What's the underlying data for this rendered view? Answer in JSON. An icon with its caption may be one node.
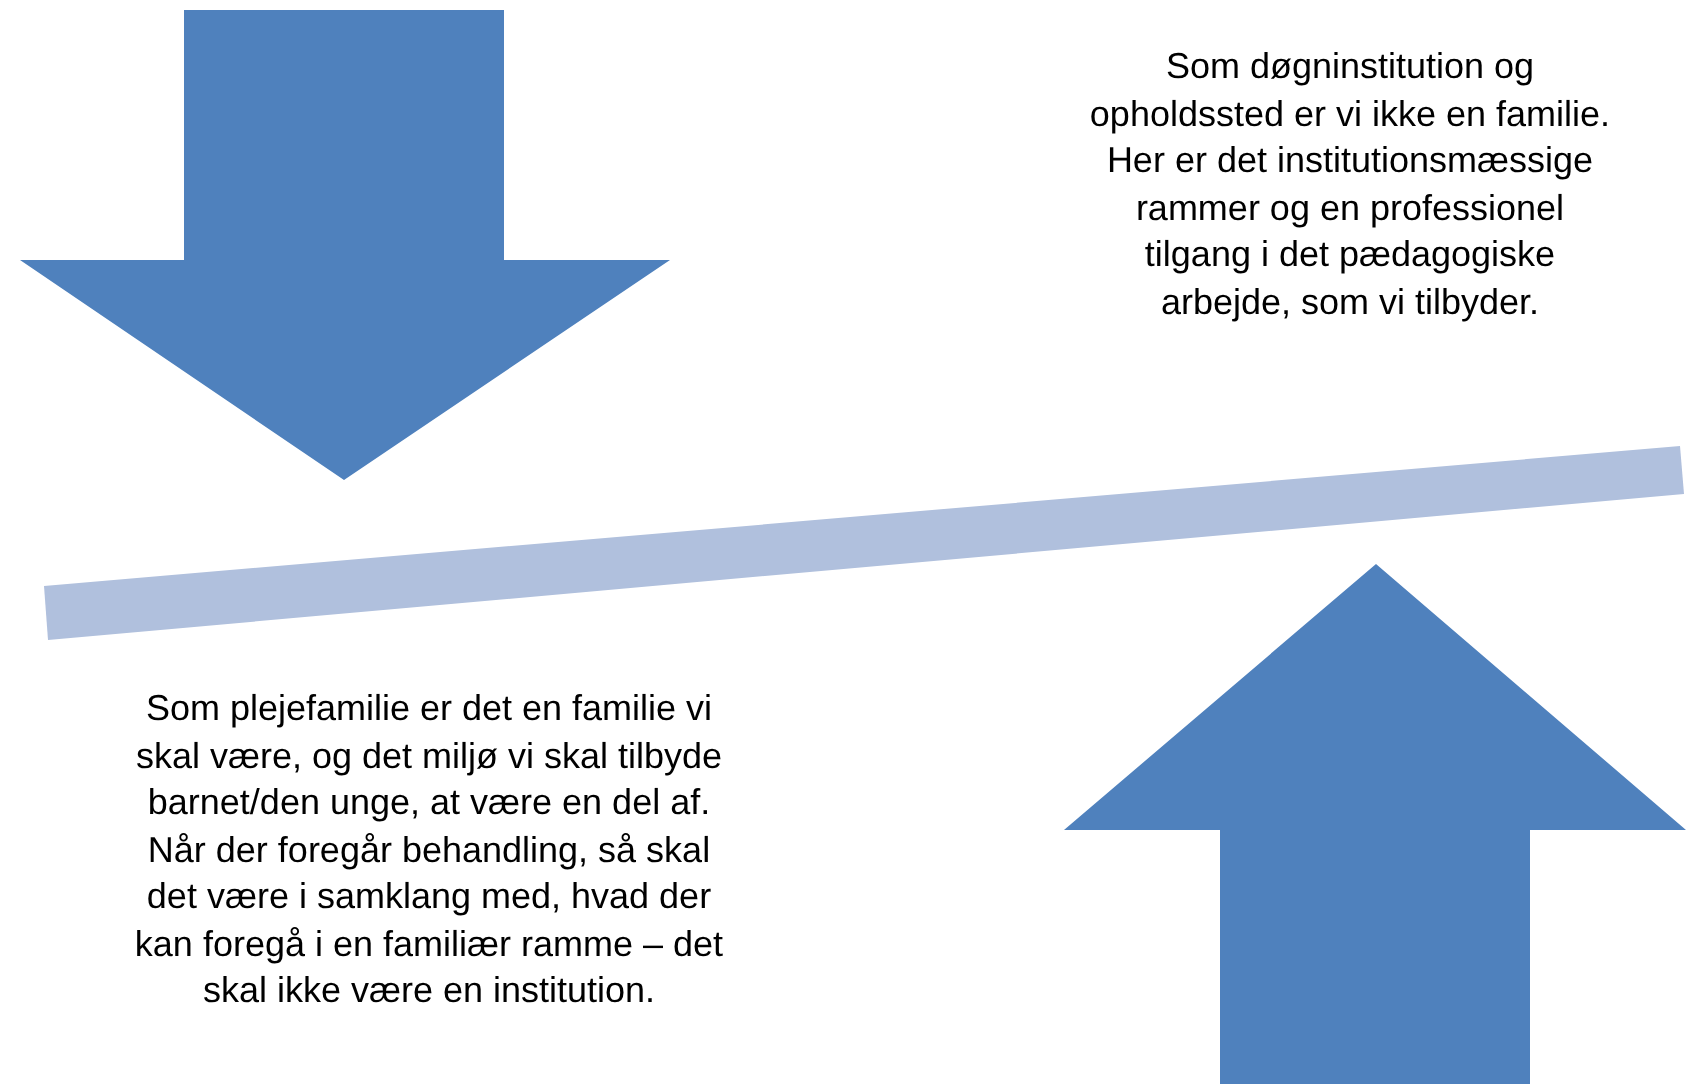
{
  "diagram": {
    "nodes": [
      {
        "text": [],
        "shape": "bar"
      }
    ],
    "labels": [
      "Som døgninstitution og opholdssted er vi ikke en familie. Her er det institutionsmæssige rammer og en professionel tilgang i det pædagogiske arbejde, som vi tilbyder.",
      "Som plejefamilie er det en familie vi skal være, og det miljø vi skal tilbyde barnet/den unge, at være en del af. Når der foregår behandling, så skal det være i samklang med, hvad der kan foregå i en familiær ramme – det skal ikke være en institution."
    ]
  }
}
